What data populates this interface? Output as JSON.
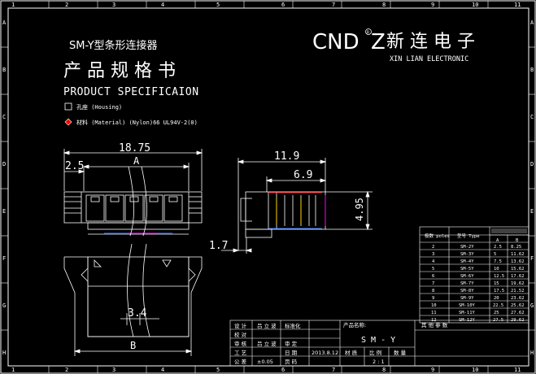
{
  "header": {
    "series_title": "SM-Y型条形连接器",
    "spec_title_cn": "产 品 规 格 书",
    "spec_title_en": "PRODUCT SPECIFICAION",
    "logo_text": "CND",
    "logo_text2": "Z",
    "logo_mark": "R",
    "company_cn": "新 连 电 子",
    "company_en": "XIN LIAN ELECTRONIC"
  },
  "legend": {
    "housing": "孔座 (Housing)",
    "material": "材料 (Material) (Nylon)66 UL94V-2(0)"
  },
  "border_numbers": {
    "top": [
      "1",
      "2",
      "3",
      "4",
      "5",
      "6",
      "7",
      "8",
      "9",
      "10",
      "11"
    ],
    "bottom": [
      "1",
      "2",
      "3",
      "4",
      "5",
      "6",
      "7",
      "8",
      "9",
      "10",
      "11"
    ],
    "left": [
      "A",
      "B",
      "C",
      "D",
      "E",
      "F",
      "G",
      "H"
    ],
    "right": [
      "A",
      "B",
      "C",
      "D",
      "E",
      "F",
      "G",
      "H"
    ]
  },
  "dimensions": {
    "overall_width": "18.75",
    "pitch_offset": "2.5",
    "dim_a": "A",
    "side_length": "11.9",
    "side_inner": "6.9",
    "height": "4.95",
    "thickness": "1.7",
    "pin": "3.4",
    "dim_b": "B"
  },
  "table": {
    "headers": [
      "极数 poles",
      "型号 Type",
      "A",
      "B"
    ],
    "colors": {
      "grid": "#ffffff",
      "text": "#ffffff"
    },
    "rows": [
      [
        "2",
        "SM-2Y",
        "2.5",
        "8.25"
      ],
      [
        "3",
        "SM-3Y",
        "5",
        "11.62"
      ],
      [
        "4",
        "SM-4Y",
        "7.5",
        "13.62"
      ],
      [
        "5",
        "SM-5Y",
        "10",
        "15.62"
      ],
      [
        "6",
        "SM-6Y",
        "12.5",
        "17.62"
      ],
      [
        "7",
        "SM-7Y",
        "15",
        "19.62"
      ],
      [
        "8",
        "SM-8Y",
        "17.5",
        "21.52"
      ],
      [
        "9",
        "SM-9Y",
        "20",
        "23.62"
      ],
      [
        "10",
        "SM-10Y",
        "22.5",
        "25.62"
      ],
      [
        "11",
        "SM-11Y",
        "25",
        "27.62"
      ],
      [
        "12",
        "SM-12Y",
        "27.5",
        "29.62"
      ]
    ]
  },
  "title_block": {
    "r1": [
      "设 计",
      "吕 立 波",
      "标准化"
    ],
    "r2": [
      "校 对"
    ],
    "r3": [
      "审 核",
      "吕 立 波",
      "审 定"
    ],
    "r4": [
      "工 艺",
      "",
      "日 期",
      "2013.8.12"
    ],
    "r5": [
      "公 差",
      "±0.05",
      "页 码",
      ""
    ],
    "product_name_label": "产品名称:",
    "product_name": "S M - Y",
    "other_params": "其 他 参 数",
    "scale_label": "比 例",
    "quantity_label": "数 量",
    "material_label": "材 质",
    "scale": "2 : 1"
  },
  "colors": {
    "line": "#ffffff",
    "dim": "#ffffff",
    "accent_red": "#ff0000",
    "accent_blue": "#2b6cff",
    "accent_yellow": "#ffd400",
    "accent_magenta": "#ff00ff",
    "accent_green": "#00d000"
  }
}
